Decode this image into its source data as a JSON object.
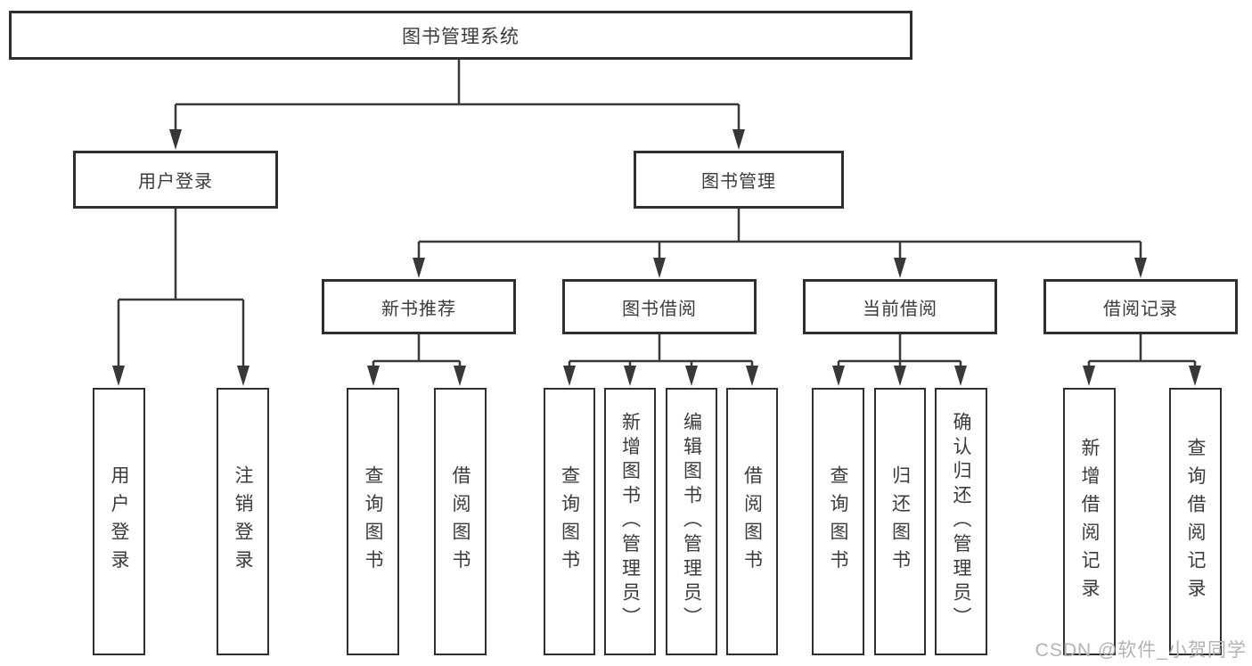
{
  "diagram": {
    "title": "图书管理系统",
    "root": {
      "label": "图书管理系统"
    },
    "level2": [
      {
        "label": "用户登录"
      },
      {
        "label": "图书管理"
      }
    ],
    "level3": [
      {
        "label": "新书推荐",
        "parent": "图书管理"
      },
      {
        "label": "图书借阅",
        "parent": "图书管理"
      },
      {
        "label": "当前借阅",
        "parent": "图书管理"
      },
      {
        "label": "借阅记录",
        "parent": "图书管理"
      }
    ],
    "leaves": [
      {
        "label": "用户登录",
        "parent": "用户登录"
      },
      {
        "label": "注销登录",
        "parent": "用户登录"
      },
      {
        "label": "查询图书",
        "parent": "新书推荐"
      },
      {
        "label": "借阅图书",
        "parent": "新书推荐"
      },
      {
        "label": "查询图书",
        "parent": "图书借阅"
      },
      {
        "label": "新增图书（管理员）",
        "parent": "图书借阅"
      },
      {
        "label": "编辑图书（管理员）",
        "parent": "图书借阅"
      },
      {
        "label": "借阅图书",
        "parent": "图书借阅"
      },
      {
        "label": "查询图书",
        "parent": "当前借阅"
      },
      {
        "label": "归还图书",
        "parent": "当前借阅"
      },
      {
        "label": "确认归还（管理员）",
        "parent": "当前借阅"
      },
      {
        "label": "新增借阅记录",
        "parent": "借阅记录"
      },
      {
        "label": "查询借阅记录",
        "parent": "借阅记录"
      }
    ]
  },
  "colors": {
    "line": "#383838",
    "border": "#2f2f2f",
    "text": "#3b3b3b",
    "watermark": "#b3b3b3",
    "background": "#ffffff"
  },
  "watermark": {
    "text": "CSDN @软件_小贺同学"
  }
}
